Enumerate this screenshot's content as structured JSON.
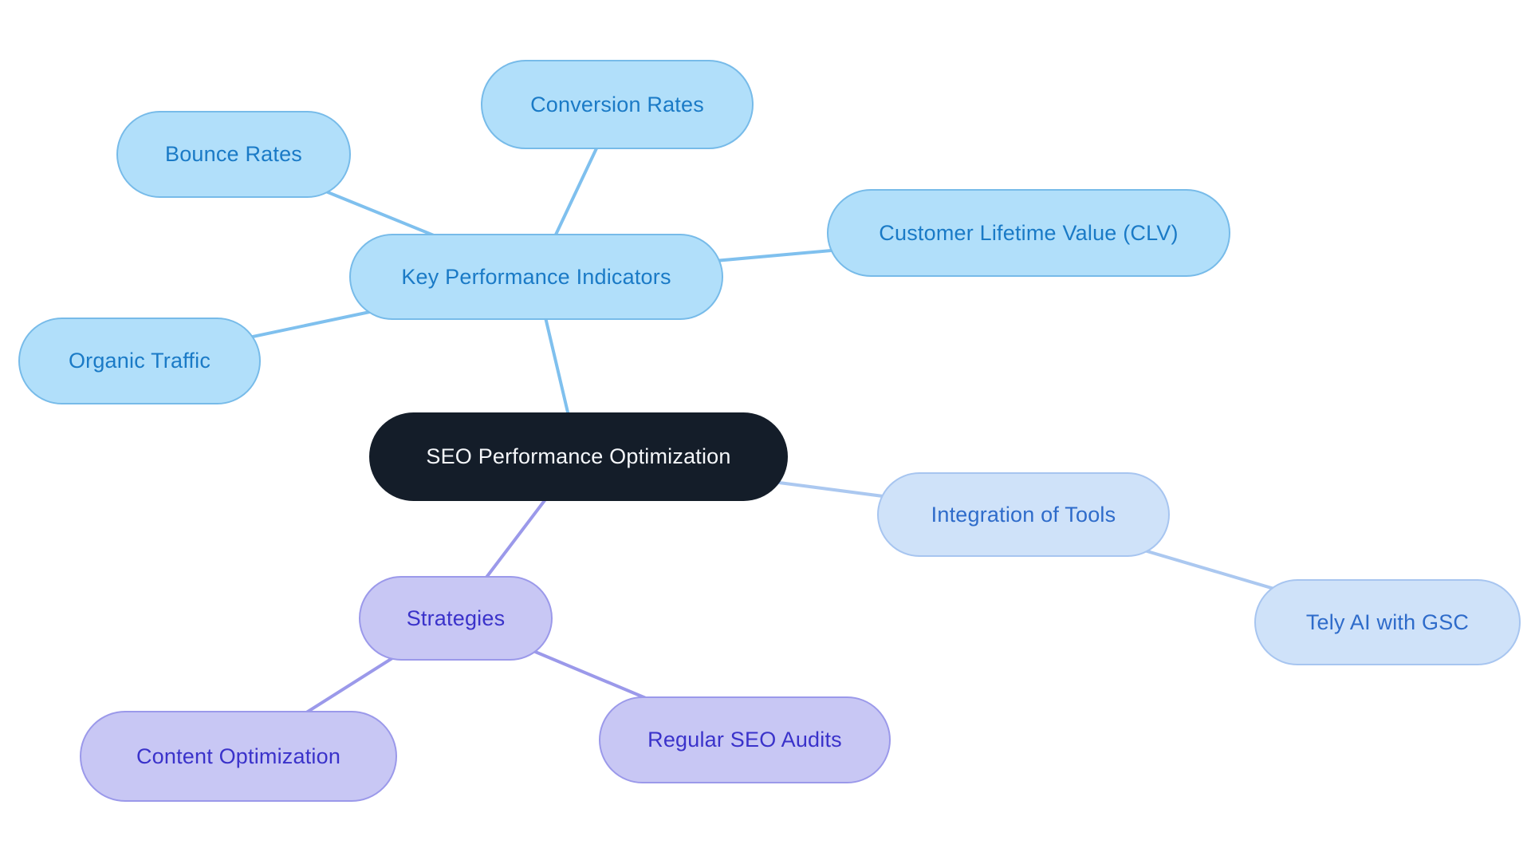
{
  "diagram": {
    "type": "mindmap",
    "background_color": "#ffffff",
    "root": {
      "id": "seo-performance-optimization",
      "label": "SEO Performance Optimization",
      "fill_color": "#141d29",
      "text_color": "#f5f7fa"
    },
    "branches": [
      {
        "id": "key-performance-indicators",
        "label": "Key Performance Indicators",
        "fill_color": "#b1dffa",
        "border_color": "#77bbe9",
        "text_color": "#1a7ac6",
        "line_color": "#7fc0ee",
        "children": [
          {
            "id": "bounce-rates",
            "label": "Bounce Rates"
          },
          {
            "id": "conversion-rates",
            "label": "Conversion Rates"
          },
          {
            "id": "customer-lifetime-value",
            "label": "Customer Lifetime Value (CLV)"
          },
          {
            "id": "organic-traffic",
            "label": "Organic Traffic"
          }
        ]
      },
      {
        "id": "integration-of-tools",
        "label": "Integration of Tools",
        "fill_color": "#cfe2f9",
        "border_color": "#a7c5f0",
        "text_color": "#2e6bca",
        "line_color": "#abc8f0",
        "children": [
          {
            "id": "tely-ai-with-gsc",
            "label": "Tely AI with GSC"
          }
        ]
      },
      {
        "id": "strategies",
        "label": "Strategies",
        "fill_color": "#c8c7f4",
        "border_color": "#9b99ea",
        "text_color": "#3a32ca",
        "line_color": "#9b99ea",
        "children": [
          {
            "id": "content-optimization",
            "label": "Content Optimization"
          },
          {
            "id": "regular-seo-audits",
            "label": "Regular SEO Audits"
          }
        ]
      }
    ],
    "edges": [
      {
        "from": "key-performance-indicators",
        "to": "bounce-rates"
      },
      {
        "from": "key-performance-indicators",
        "to": "conversion-rates"
      },
      {
        "from": "key-performance-indicators",
        "to": "customer-lifetime-value"
      },
      {
        "from": "key-performance-indicators",
        "to": "organic-traffic"
      },
      {
        "from": "seo-performance-optimization",
        "to": "key-performance-indicators"
      },
      {
        "from": "seo-performance-optimization",
        "to": "integration-of-tools"
      },
      {
        "from": "integration-of-tools",
        "to": "tely-ai-with-gsc"
      },
      {
        "from": "seo-performance-optimization",
        "to": "strategies"
      },
      {
        "from": "strategies",
        "to": "content-optimization"
      },
      {
        "from": "strategies",
        "to": "regular-seo-audits"
      }
    ]
  }
}
